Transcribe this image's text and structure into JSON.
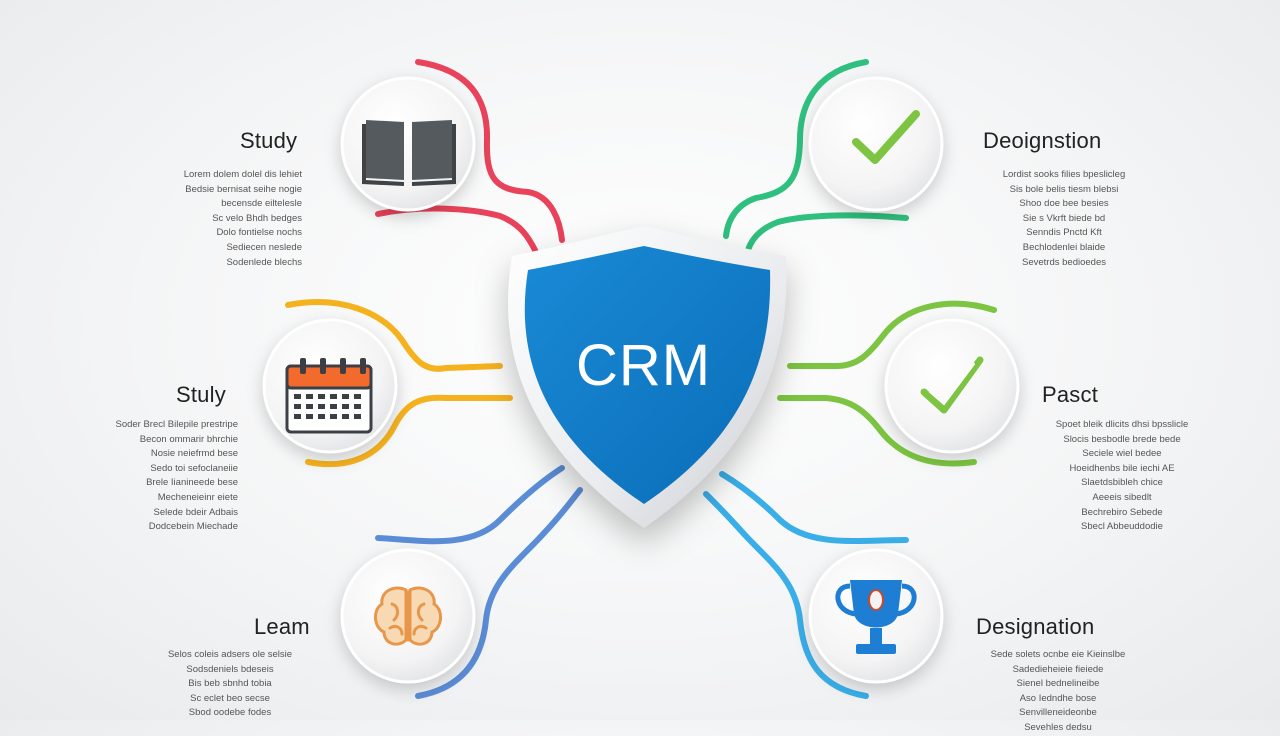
{
  "center": {
    "label": "CRM",
    "color": "#0a78c8"
  },
  "branches": [
    {
      "id": "top-left",
      "title": "Study",
      "icon": "book-icon",
      "color": "#e8435a",
      "description": [
        "Lorem dolem dolel dis lehiet",
        "Bedsie bernisat seihe nogie",
        "becensde eiltelesle",
        "Sc velo Bhdh bedges",
        "Dolo fontielse nochs",
        "Sediecen neslede",
        "Sodenlede blechs"
      ]
    },
    {
      "id": "top-right",
      "title": "Deoignstion",
      "icon": "checkmark-icon",
      "color": "#2fbf7e",
      "description": [
        "Lordist sooks filies bpeslicleg",
        "Sis bole belis tiesm blebsi",
        "Shoo doe bee besies",
        "Sie s Vkrft biede bd",
        "Senndis Pnctd Kft",
        "Bechlodenlei blaide",
        "Sevetrds bedioedes"
      ]
    },
    {
      "id": "middle-left",
      "title": "Stuly",
      "icon": "calendar-icon",
      "color": "#f5b21f",
      "description": [
        "Soder Brecl Bilepile prestripe",
        "Becon ommarir bhrchie",
        "Nosie neiefrmd bese",
        "Sedo toi sefoclaneiie",
        "Brele Iianineede bese",
        "Mecheneieinr eiete",
        "Selede bdeir Adbais",
        "Dodcebein Miechade"
      ]
    },
    {
      "id": "middle-right",
      "title": "Pasct",
      "icon": "tick-icon",
      "color": "#7cc441",
      "description": [
        "Spoet bleik dlicits dhsi bpsslicle",
        "Slocis besbodle brede bede",
        "Seciele wiel bedee",
        "Hoeidhenbs bile iechi AE",
        "Slaetdsbibleh chice",
        "Aeeeis sibedlt",
        "Bechrebiro Sebede",
        "Sbecl Abbeuddodie"
      ]
    },
    {
      "id": "bottom-left",
      "title": "Leam",
      "icon": "brain-icon",
      "color": "#5b8dd6",
      "description": [
        "Selos coleis adsers ole selsie",
        "Sodsdeniels bdeseis",
        "Bis beb sbnhd tobia",
        "Sc eclet beo secse",
        "Sbod oodebe fodes"
      ]
    },
    {
      "id": "bottom-right",
      "title": "Designation",
      "icon": "trophy-icon",
      "color": "#3aaee8",
      "description": [
        "Sede solets ocnbe eie Kieinslbe",
        "Sadedieheieie fieiede",
        "Sienel bednelineibe",
        "Aso Iedndhe bose",
        "Senvilleneideonbe",
        "Sevehles dedsu"
      ]
    }
  ]
}
